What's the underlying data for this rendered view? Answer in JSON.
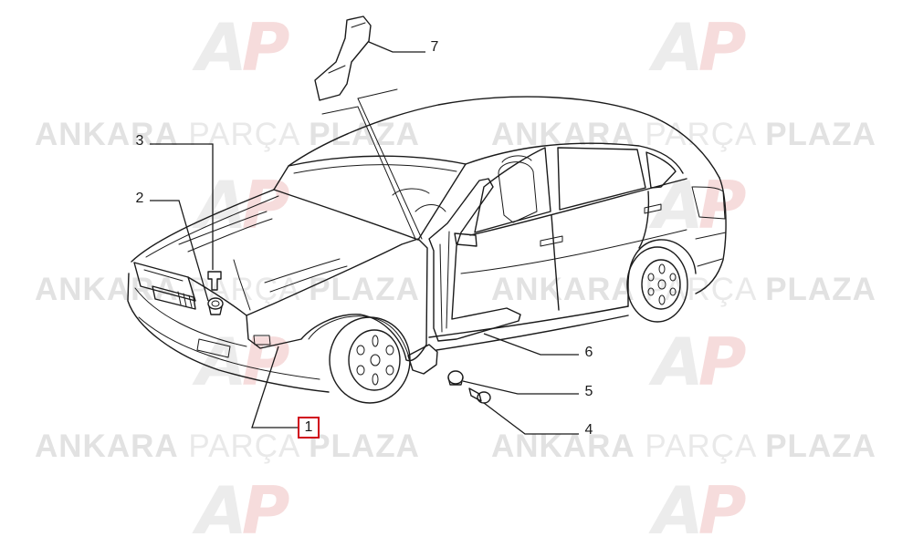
{
  "watermark": {
    "word1": "ANKARA",
    "word2": "PARÇA",
    "word3": "PLAZA"
  },
  "logo": {
    "letter_a": "A",
    "letter_p": "P"
  },
  "callouts": [
    {
      "label": "1",
      "highlighted": true
    },
    {
      "label": "2",
      "highlighted": false
    },
    {
      "label": "3",
      "highlighted": false
    },
    {
      "label": "4",
      "highlighted": false
    },
    {
      "label": "5",
      "highlighted": false
    },
    {
      "label": "6",
      "highlighted": false
    },
    {
      "label": "7",
      "highlighted": false
    }
  ],
  "colors": {
    "background": "#ffffff",
    "line": "#1a1a1a",
    "highlight": "#d0021b",
    "watermark": "#e2e2e2",
    "watermark_light": "#e9e9e9",
    "logo_a": "#ececec",
    "logo_p": "#f6dcdc"
  }
}
